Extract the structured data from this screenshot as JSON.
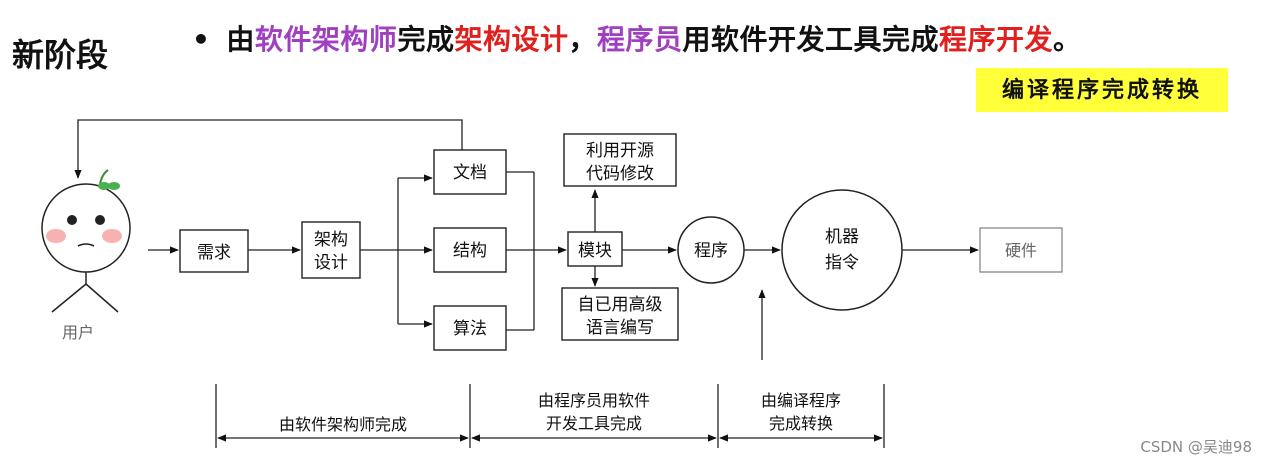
{
  "header": {
    "stage": "新阶段",
    "bullet": "•",
    "segments": [
      {
        "text": "由",
        "color": "#111111"
      },
      {
        "text": "软件架构师",
        "color": "#a040c0"
      },
      {
        "text": "完成",
        "color": "#111111"
      },
      {
        "text": "架构设计",
        "color": "#e0201e"
      },
      {
        "text": "，",
        "color": "#111111"
      },
      {
        "text": "程序员",
        "color": "#a040c0"
      },
      {
        "text": "用软件开发工具完成",
        "color": "#111111"
      },
      {
        "text": "程序开发",
        "color": "#e0201e"
      },
      {
        "text": "。",
        "color": "#111111"
      }
    ],
    "highlight": "编译程序完成转换"
  },
  "diagram": {
    "user": "用户",
    "req": "需求",
    "arch_line1": "架构",
    "arch_line2": "设计",
    "doc": "文档",
    "struct": "结构",
    "algo": "算法",
    "module": "模块",
    "opensrc_line1": "利用开源",
    "opensrc_line2": "代码修改",
    "selfwrite_line1": "自已用高级",
    "selfwrite_line2": "语言编写",
    "program": "程序",
    "machine_line1": "机器",
    "machine_line2": "指令",
    "hardware": "硬件"
  },
  "phases": {
    "p1": "由软件架构师完成",
    "p2_line1": "由程序员用软件",
    "p2_line2": "开发工具完成",
    "p3_line1": "由编译程序",
    "p3_line2": "完成转换"
  },
  "watermark": "CSDN @吴迪98"
}
